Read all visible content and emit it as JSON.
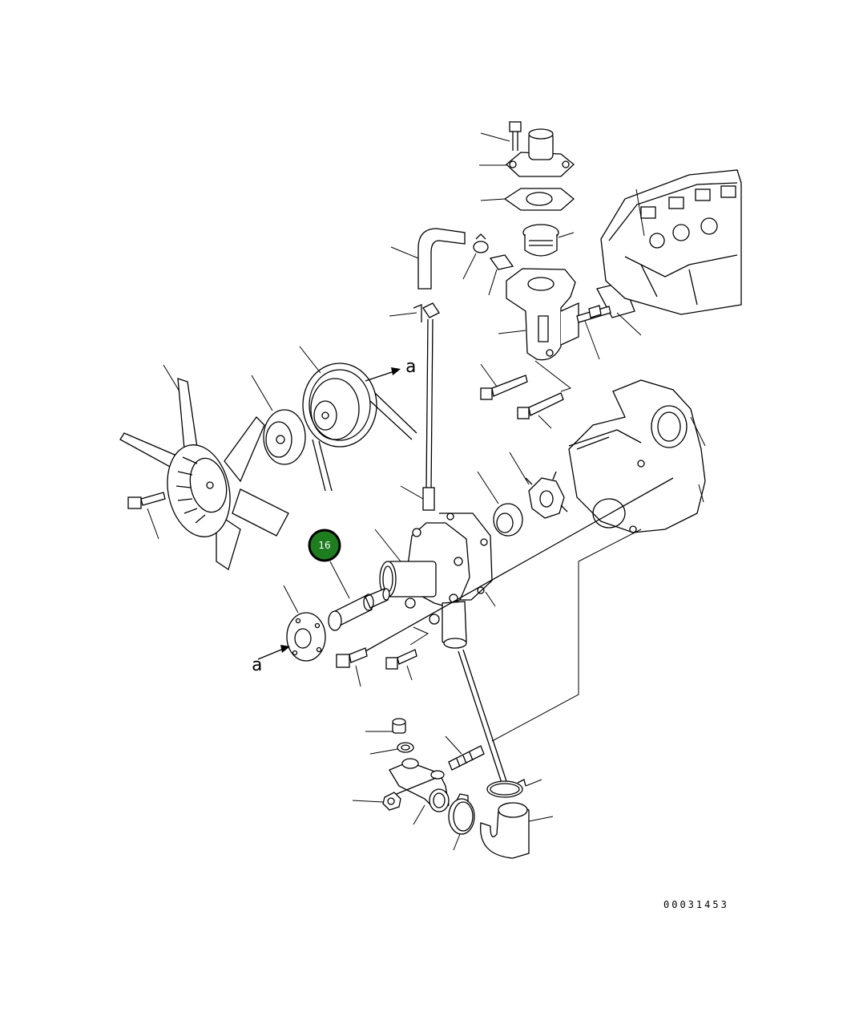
{
  "callout": {
    "number": "16",
    "color": "#1e7d1e",
    "border": "#000000"
  },
  "view_markers": {
    "top": "a",
    "bottom": "a"
  },
  "drawing_code": "00031453"
}
